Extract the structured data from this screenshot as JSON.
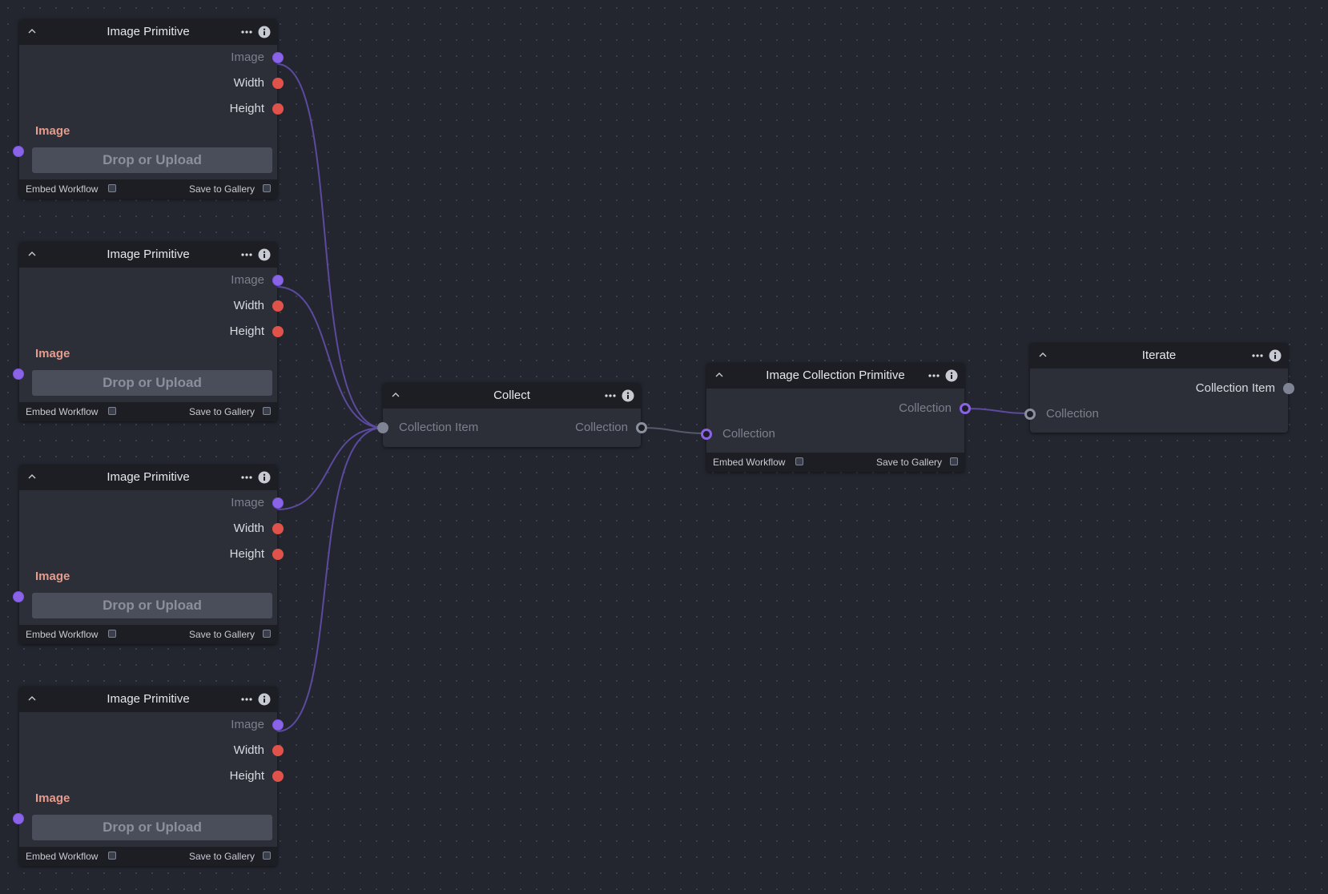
{
  "colors": {
    "canvas": "#23262f",
    "node_body": "#2c2f38",
    "node_header": "#1c1e24",
    "image_port": "#8a63e6",
    "int_port": "#e0524a",
    "collection_item_port": "#7e8494",
    "edge": "#5b4a9e",
    "field_label": "#e79b8c"
  },
  "image_primitive": {
    "title": "Image Primitive",
    "outputs": {
      "image": "Image",
      "width": "Width",
      "height": "Height"
    },
    "image_field_label": "Image",
    "upload_label": "Drop or Upload",
    "embed_workflow": "Embed Workflow",
    "save_to_gallery": "Save to Gallery",
    "count": 4
  },
  "collect": {
    "title": "Collect",
    "input": "Collection Item",
    "output": "Collection"
  },
  "image_collection_primitive": {
    "title": "Image Collection Primitive",
    "output": "Collection",
    "input": "Collection",
    "embed_workflow": "Embed Workflow",
    "save_to_gallery": "Save to Gallery"
  },
  "iterate": {
    "title": "Iterate",
    "output": "Collection Item",
    "input": "Collection"
  }
}
